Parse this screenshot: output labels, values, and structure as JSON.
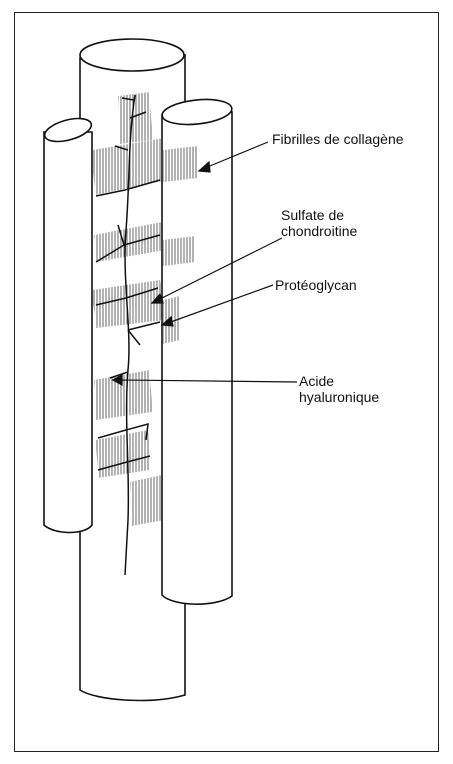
{
  "labels": {
    "fibrilles": "Fibrilles de collagène",
    "sulfate_line1": "Sulfate de",
    "sulfate_line2": "chondroitine",
    "proteoglycan": "Protéoglycan",
    "acide_line1": "Acide",
    "acide_line2": "hyaluronique"
  },
  "colors": {
    "ink": "#111111",
    "hatch": "#555555",
    "frame": "#222222"
  }
}
